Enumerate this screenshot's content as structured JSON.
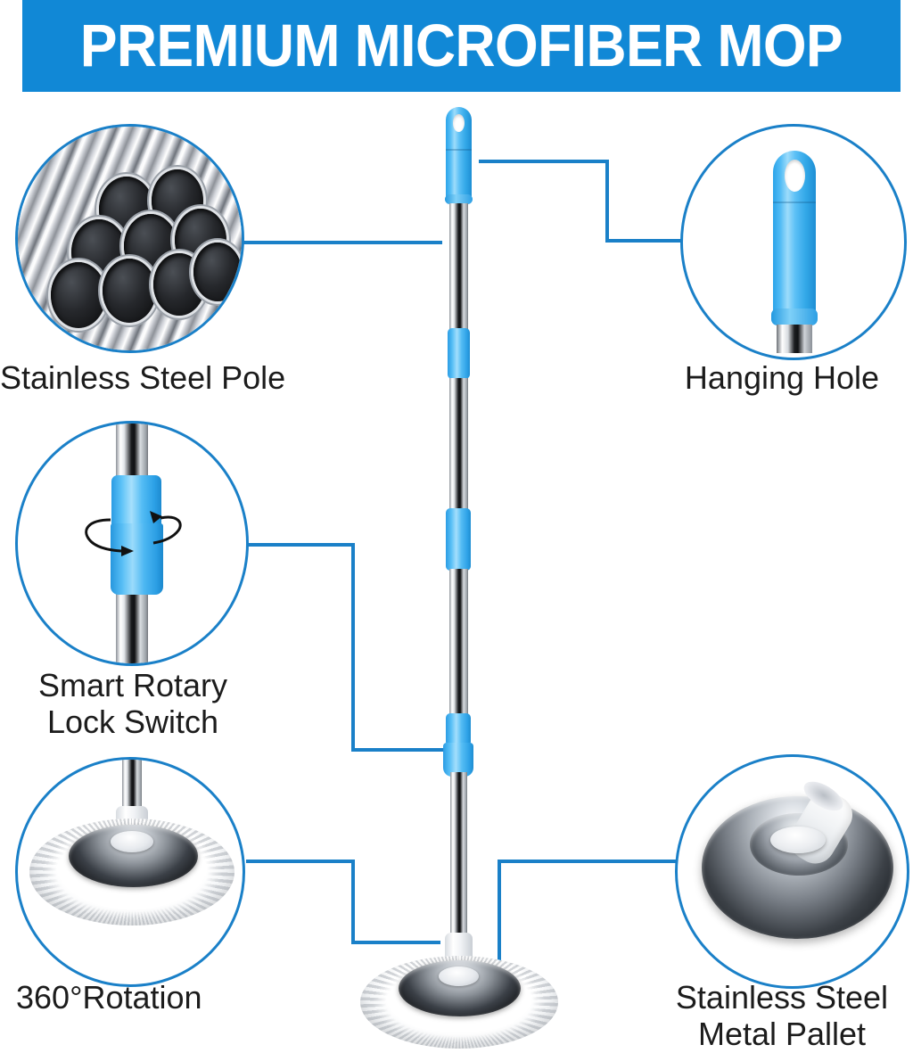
{
  "header": {
    "title": "PREMIUM MICROFIBER MOP",
    "background_color": "#1188d6",
    "text_color": "#ffffff"
  },
  "theme": {
    "accent_blue": "#1a80c8",
    "product_blue": "#47b4f0",
    "caption_color": "#1c1c1c",
    "background": "#ffffff"
  },
  "product": {
    "name": "spin-mop",
    "handle_color": "#47b4f0",
    "pole_finish": "chrome",
    "mop_head_color": "#ffffff"
  },
  "callouts": [
    {
      "id": "stainless-steel-pole",
      "label": "Stainless Steel Pole",
      "position": "top-left",
      "art": "steel-tube-bundle"
    },
    {
      "id": "hanging-hole",
      "label": "Hanging Hole",
      "position": "top-right",
      "art": "blue-handle-with-hole"
    },
    {
      "id": "smart-rotary-lock-switch",
      "label": "Smart Rotary\nLock Switch",
      "position": "middle-left",
      "art": "rotary-lock-collar"
    },
    {
      "id": "360-rotation",
      "label": "360°Rotation",
      "position": "bottom-left",
      "art": "spin-mop-head"
    },
    {
      "id": "stainless-steel-metal-pallet",
      "label": "Stainless Steel\nMetal Pallet",
      "position": "bottom-right",
      "art": "chrome-metal-pallet"
    }
  ]
}
